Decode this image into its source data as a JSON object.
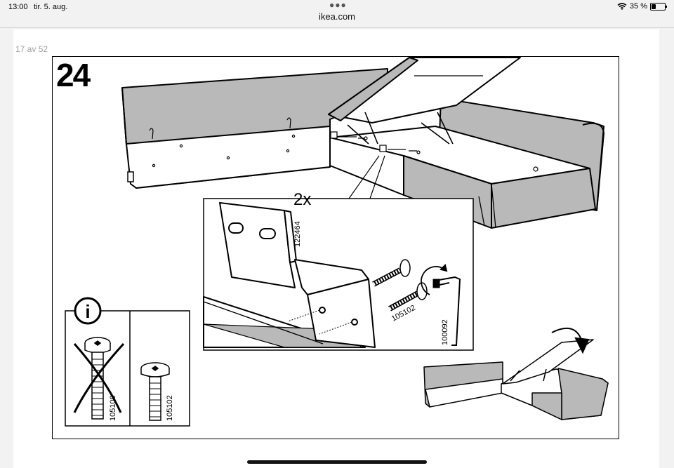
{
  "status_bar": {
    "time": "13:00",
    "date": "tir. 5. aug.",
    "battery": "35 %",
    "battery_level": 0.35,
    "icons": [
      "wifi-icon",
      "battery-icon",
      "more-dots-icon"
    ]
  },
  "browser": {
    "url": "ikea.com"
  },
  "document": {
    "page_counter": "17 av 52",
    "step_number": "24",
    "detail_quantity": "2x",
    "parts": {
      "bracket": "122464",
      "bolt": "105102",
      "allen_key": "100092"
    },
    "info_box": {
      "icon_label": "i",
      "wrong_screw": "105109",
      "right_screw": "105102"
    }
  },
  "colors": {
    "fabric_gray": "#b9b9b9",
    "line": "#000000",
    "page_bg": "#ffffff",
    "app_bg": "#f2f2f2"
  }
}
